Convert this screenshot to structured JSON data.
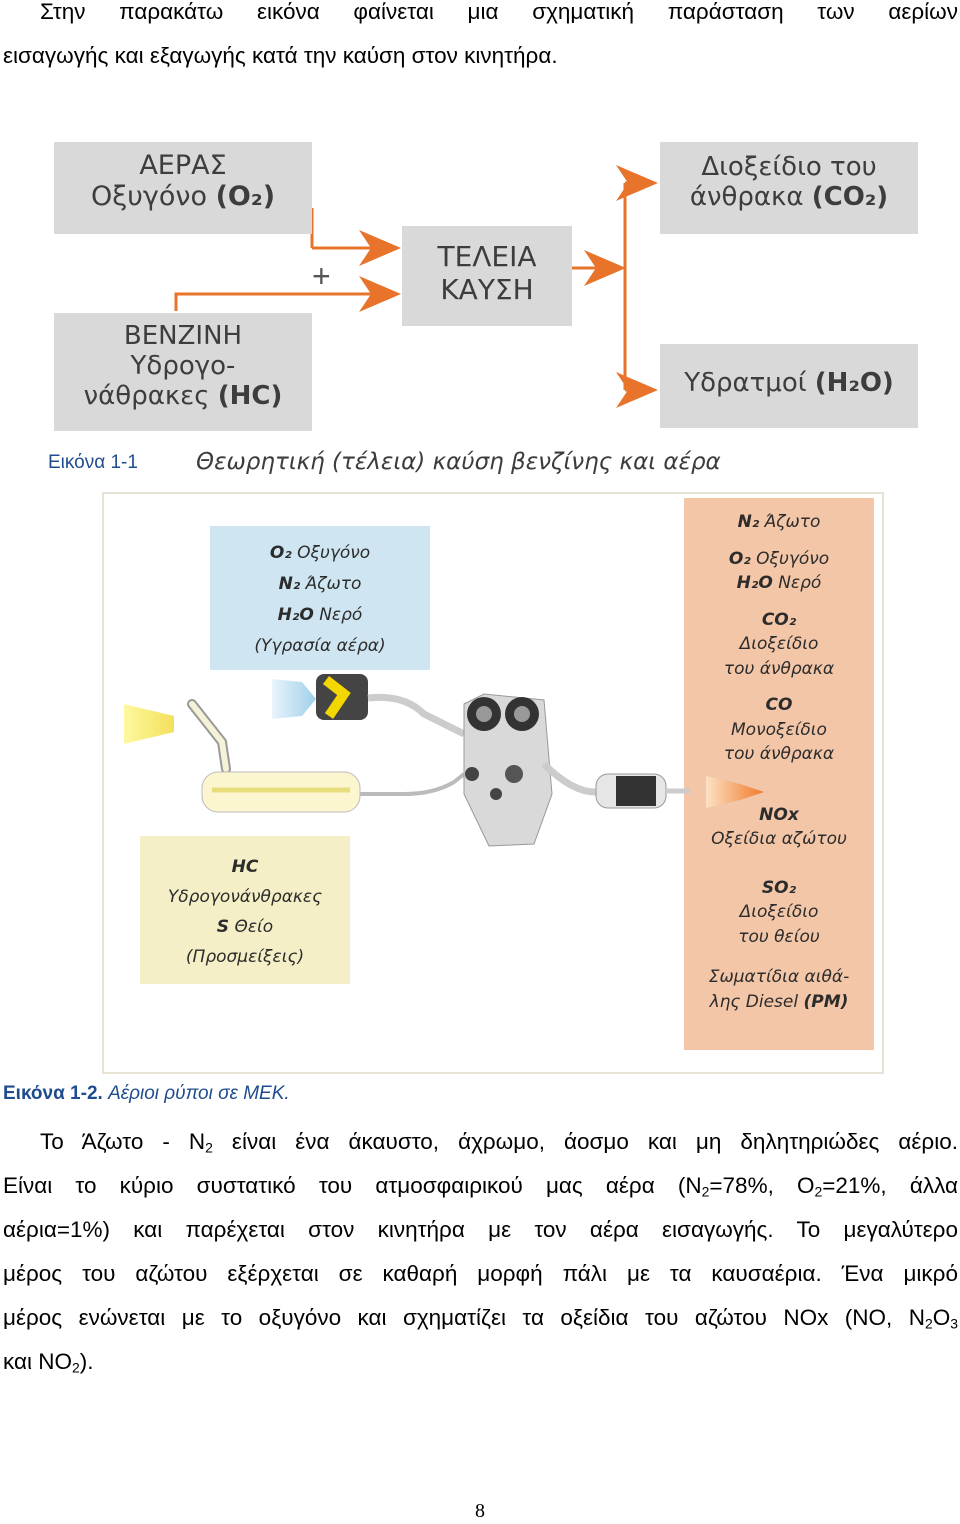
{
  "intro": {
    "line1": "Στην παρακάτω εικόνα φαίνεται μια σχηματική παράσταση των αερίων",
    "line2": "εισαγωγής και εξαγωγής κατά την καύση στον κινητήρα."
  },
  "figure1": {
    "box_air": {
      "line1": "ΑΕΡΑΣ",
      "line2_text": "Οξυγόνο",
      "line2_formula": "(O₂)"
    },
    "box_fuel": {
      "line1": "ΒΕΝΖΙΝΗ",
      "line2": "Υδρογο-",
      "line3_text": "νάθρακες",
      "line3_formula": "(HC)"
    },
    "plus": "+",
    "box_combustion": {
      "line1": "ΤΕΛΕΙΑ",
      "line2": "ΚΑΥΣΗ"
    },
    "box_co2": {
      "line1": "Διοξείδιο του",
      "line2_text": "άνθρακα",
      "line2_formula": "(CO₂)"
    },
    "box_h2o": {
      "line1_text": "Υδρατμοί",
      "line1_formula": "(H₂O)"
    },
    "caption_label": "Εικόνα 1-1",
    "caption_text": "Θεωρητική (τέλεια) καύση βενζίνης και αέρα",
    "colors": {
      "box_fill": "#d9d9d9",
      "arrow": "#e8742b"
    }
  },
  "figure2": {
    "intake_box": [
      {
        "formula": "O₂",
        "text": "Οξυγόνο"
      },
      {
        "formula": "N₂",
        "text": "Άζωτο"
      },
      {
        "formula": "H₂O",
        "text": "Νερό"
      },
      {
        "formula": "",
        "text": "(Υγρασία αέρα)"
      }
    ],
    "fuel_box": [
      {
        "formula": "HC",
        "text": ""
      },
      {
        "formula": "",
        "text": "Υδρογονάνθρακες"
      },
      {
        "formula": "S",
        "text": "Θείο"
      },
      {
        "formula": "",
        "text": "(Προσμείξεις)"
      }
    ],
    "exhaust_box": [
      {
        "formula": "N₂",
        "text": "Άζωτο"
      },
      {
        "formula": "O₂",
        "text": "Οξυγόνο"
      },
      {
        "formula": "H₂O",
        "text": "Νερό"
      },
      {
        "formula": "CO₂",
        "text": ""
      },
      {
        "formula": "",
        "text": "Διοξείδιο"
      },
      {
        "formula": "",
        "text": "του άνθρακα"
      },
      {
        "formula": "CO",
        "text": ""
      },
      {
        "formula": "",
        "text": "Μονοξείδιο"
      },
      {
        "formula": "",
        "text": "του άνθρακα"
      },
      {
        "formula": "NOx",
        "text": ""
      },
      {
        "formula": "",
        "text": "Οξείδια αζώτου"
      },
      {
        "formula": "SO₂",
        "text": ""
      },
      {
        "formula": "",
        "text": "Διοξείδιο"
      },
      {
        "formula": "",
        "text": "του θείου"
      },
      {
        "formula": "",
        "text": "Σωματίδια αιθά-"
      },
      {
        "formula": "(PM)",
        "text": "λης Diesel"
      }
    ],
    "caption_label": "Εικόνα 1-2.",
    "caption_text": "Αέριοι ρύποι σε ΜΕΚ.",
    "colors": {
      "intake_bg": "#cfe6f2",
      "fuel_bg": "#f4efc6",
      "exhaust_bg": "#f3c6a8",
      "frame": "#e8e3d6"
    }
  },
  "body": {
    "p1": {
      "a": "Το Άζωτο - N",
      "sub": "2",
      "b": " είναι ένα άκαυστο, άχρωμο, άοσμο και μη δηλητηριώδες αέριο."
    },
    "l2": {
      "a": "Είναι το κύριο συστατικό του ατμοσφαιρικού μας αέρα (N",
      "s1": "2",
      "b": "=78%, O",
      "s2": "2",
      "c": "=21%, άλλα"
    },
    "l3": "αέρια=1%) και παρέχεται στον κινητήρα με τον αέρα εισαγωγής. Το μεγαλύτερο",
    "l4": "μέρος του αζώτου εξέρχεται σε καθαρή μορφή πάλι με τα καυσαέρια. Ένα μικρό",
    "l5": {
      "a": "μέρος ενώνεται με το οξυγόνο και σχηματίζει τα οξείδια του αζώτου NOx (NO, N",
      "s1": "2",
      "b": "O",
      "s2": "3"
    },
    "l6": {
      "a": "και NO",
      "s1": "2",
      "b": ")."
    }
  },
  "page_number": "8"
}
